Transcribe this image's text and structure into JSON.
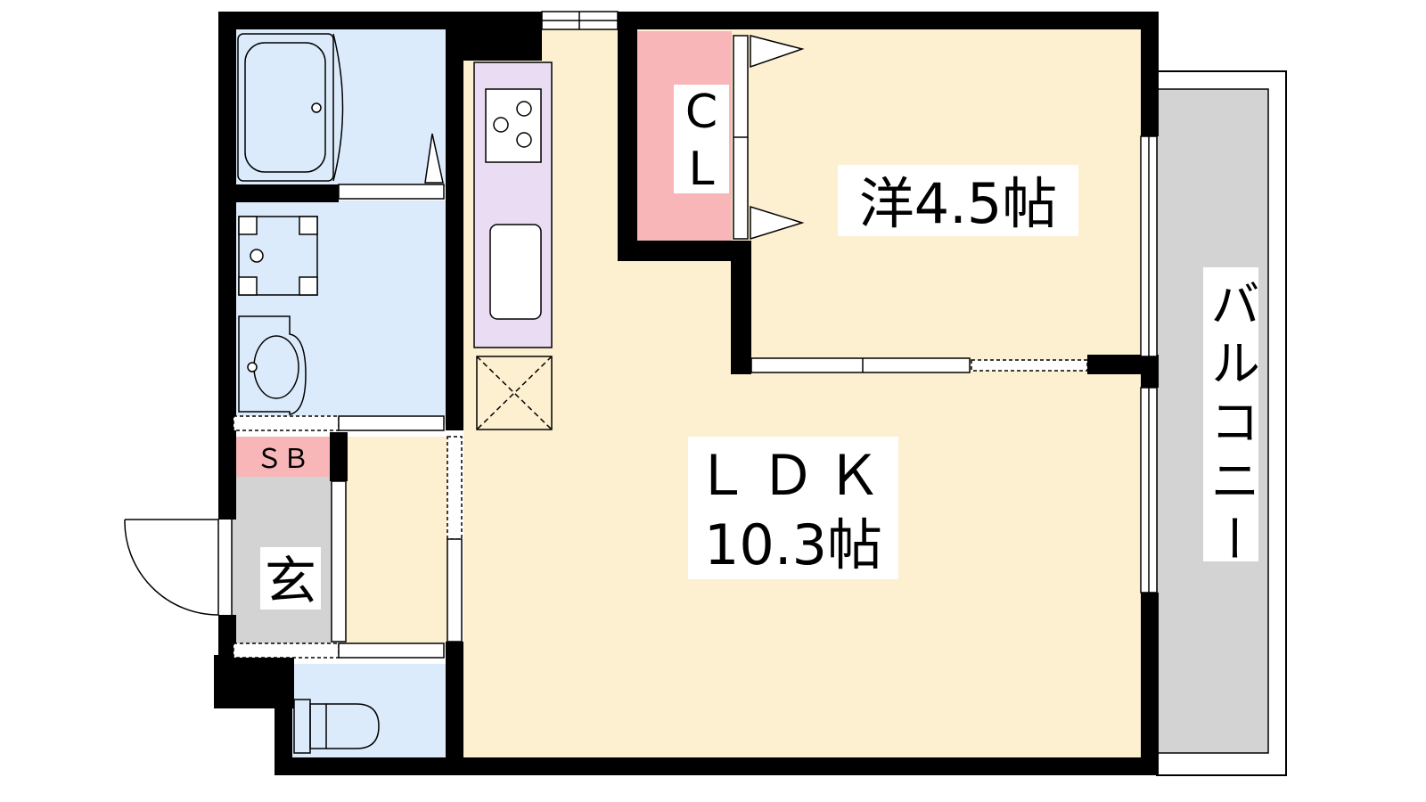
{
  "rooms": {
    "ldk_name": "ＬＤＫ",
    "ldk_size": "10.3帖",
    "western_room": "洋4.5帖",
    "closet_c": "C",
    "closet_l": "L",
    "shoe_box": "ＳＢ",
    "entrance": "玄",
    "balcony": "バルコニー"
  },
  "colors": {
    "ldk_floor": "#fdf0d0",
    "wet_area": "#dcebfb",
    "kitchen": "#eadcf3",
    "closet": "#f8b6b8",
    "entrance_floor": "#d3d3d3",
    "balcony_floor": "#d3d3d3",
    "wall": "#000000"
  }
}
